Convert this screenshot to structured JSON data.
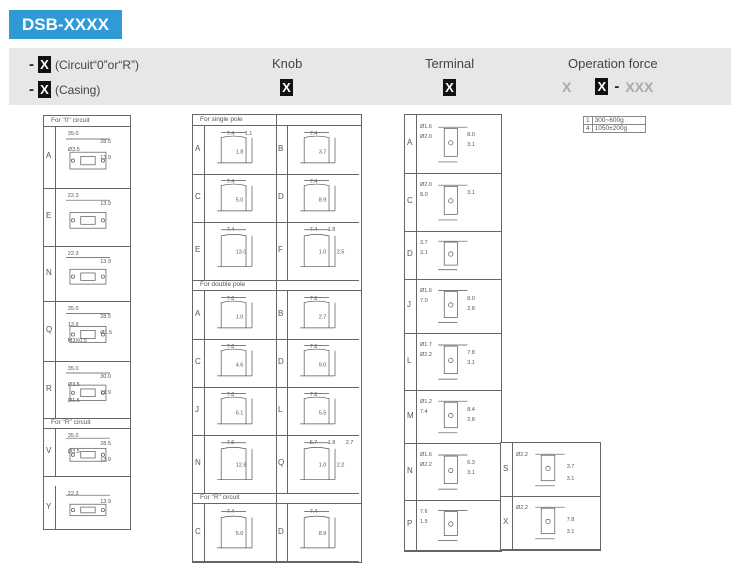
{
  "header": {
    "title": "DSB-XXXX"
  },
  "code": {
    "circuit_x": "X",
    "circuit_text": "(Circuit“0”or“R”)",
    "casing_x": "X",
    "casing_text": "(Casing)",
    "knob_title": "Knob",
    "knob_x": "X",
    "terminal_title": "Terminal",
    "terminal_x": "X",
    "opf_title": "Operation force",
    "opf_gray1": "X",
    "opf_black": "X",
    "opf_gray2": "XXX"
  },
  "operation_force": [
    {
      "code": "1",
      "value": "300~600g"
    },
    {
      "code": "4",
      "value": "1050±200g"
    }
  ],
  "casing": {
    "section_0": "For \"0\" circuit",
    "section_r": "For \"R\" circuit",
    "items": [
      {
        "label": "A",
        "dims": [
          "35.0",
          "28.5",
          "Ø3.5",
          "13.9"
        ]
      },
      {
        "label": "E",
        "dims": [
          "22.3",
          "13.9"
        ]
      },
      {
        "label": "N",
        "dims": [
          "22.3",
          "13.9"
        ]
      },
      {
        "label": "Q",
        "dims": [
          "35.0",
          "28.5",
          "13.9",
          "Ø1.5",
          "M3X0.5"
        ]
      },
      {
        "label": "R",
        "dims": [
          "35.0",
          "30.0",
          "Ø3.5",
          "13.9",
          "Ø1.5"
        ]
      },
      {
        "label": "V",
        "dims": [
          "35.0",
          "28.5",
          "Ø3.5",
          "13.9"
        ]
      },
      {
        "label": "Y",
        "dims": [
          "22.3",
          "13.9"
        ]
      }
    ]
  },
  "knob": {
    "section_single": "For single pole",
    "section_double": "For double pole",
    "section_r": "For \"R\" circuit",
    "single": [
      {
        "label": "A",
        "dims": [
          "7.4",
          "1.8",
          "1.1"
        ]
      },
      {
        "label": "B",
        "dims": [
          "7.4",
          "3.7"
        ]
      },
      {
        "label": "C",
        "dims": [
          "7.4",
          "5.0"
        ]
      },
      {
        "label": "D",
        "dims": [
          "7.4",
          "8.9"
        ]
      },
      {
        "label": "E",
        "dims": [
          "7.4",
          "13.0"
        ]
      },
      {
        "label": "F",
        "dims": [
          "7.4",
          "1.0",
          "1.8",
          "2.5"
        ]
      }
    ],
    "double": [
      {
        "label": "A",
        "dims": [
          "7.6",
          "1.0"
        ]
      },
      {
        "label": "B",
        "dims": [
          "7.6",
          "2.7"
        ]
      },
      {
        "label": "C",
        "dims": [
          "7.6",
          "4.6"
        ]
      },
      {
        "label": "D",
        "dims": [
          "7.6",
          "9.0"
        ]
      },
      {
        "label": "J",
        "dims": [
          "7.6",
          "6.1"
        ]
      },
      {
        "label": "L",
        "dims": [
          "7.6",
          "5.5"
        ]
      },
      {
        "label": "N",
        "dims": [
          "7.6",
          "12.8"
        ]
      },
      {
        "label": "Q",
        "dims": [
          "5.7",
          "1.0",
          "1.8",
          "2.2",
          "2.7"
        ]
      }
    ],
    "r_circuit": [
      {
        "label": "C",
        "dims": [
          "7.4",
          "5.0"
        ]
      },
      {
        "label": "D",
        "dims": [
          "7.4",
          "8.9"
        ]
      }
    ]
  },
  "terminal": {
    "items": [
      {
        "label": "A",
        "dims": [
          "Ø1.6",
          "Ø2.0",
          "8.0",
          "3.1"
        ]
      },
      {
        "label": "C",
        "dims": [
          "Ø2.0",
          "8.0",
          "3.1"
        ]
      },
      {
        "label": "D",
        "dims": [
          "3.7",
          "3.1"
        ]
      },
      {
        "label": "J",
        "dims": [
          "Ø1.6",
          "7.0",
          "8.0",
          "2.8"
        ]
      },
      {
        "label": "L",
        "dims": [
          "Ø1.7",
          "Ø2.2",
          "7.8",
          "3.1"
        ]
      },
      {
        "label": "M",
        "dims": [
          "Ø1.2",
          "7.4",
          "8.4",
          "2.8"
        ]
      },
      {
        "label": "N",
        "dims": [
          "Ø1.6",
          "Ø2.2",
          "6.3",
          "3.1"
        ]
      },
      {
        "label": "P",
        "dims": [
          "7.6",
          "1.5"
        ]
      }
    ],
    "extra": [
      {
        "label": "S",
        "dims": [
          "Ø2.2",
          "3.7",
          "3.1"
        ]
      },
      {
        "label": "X",
        "dims": [
          "Ø2.2",
          "7.8",
          "3.1"
        ]
      }
    ]
  }
}
